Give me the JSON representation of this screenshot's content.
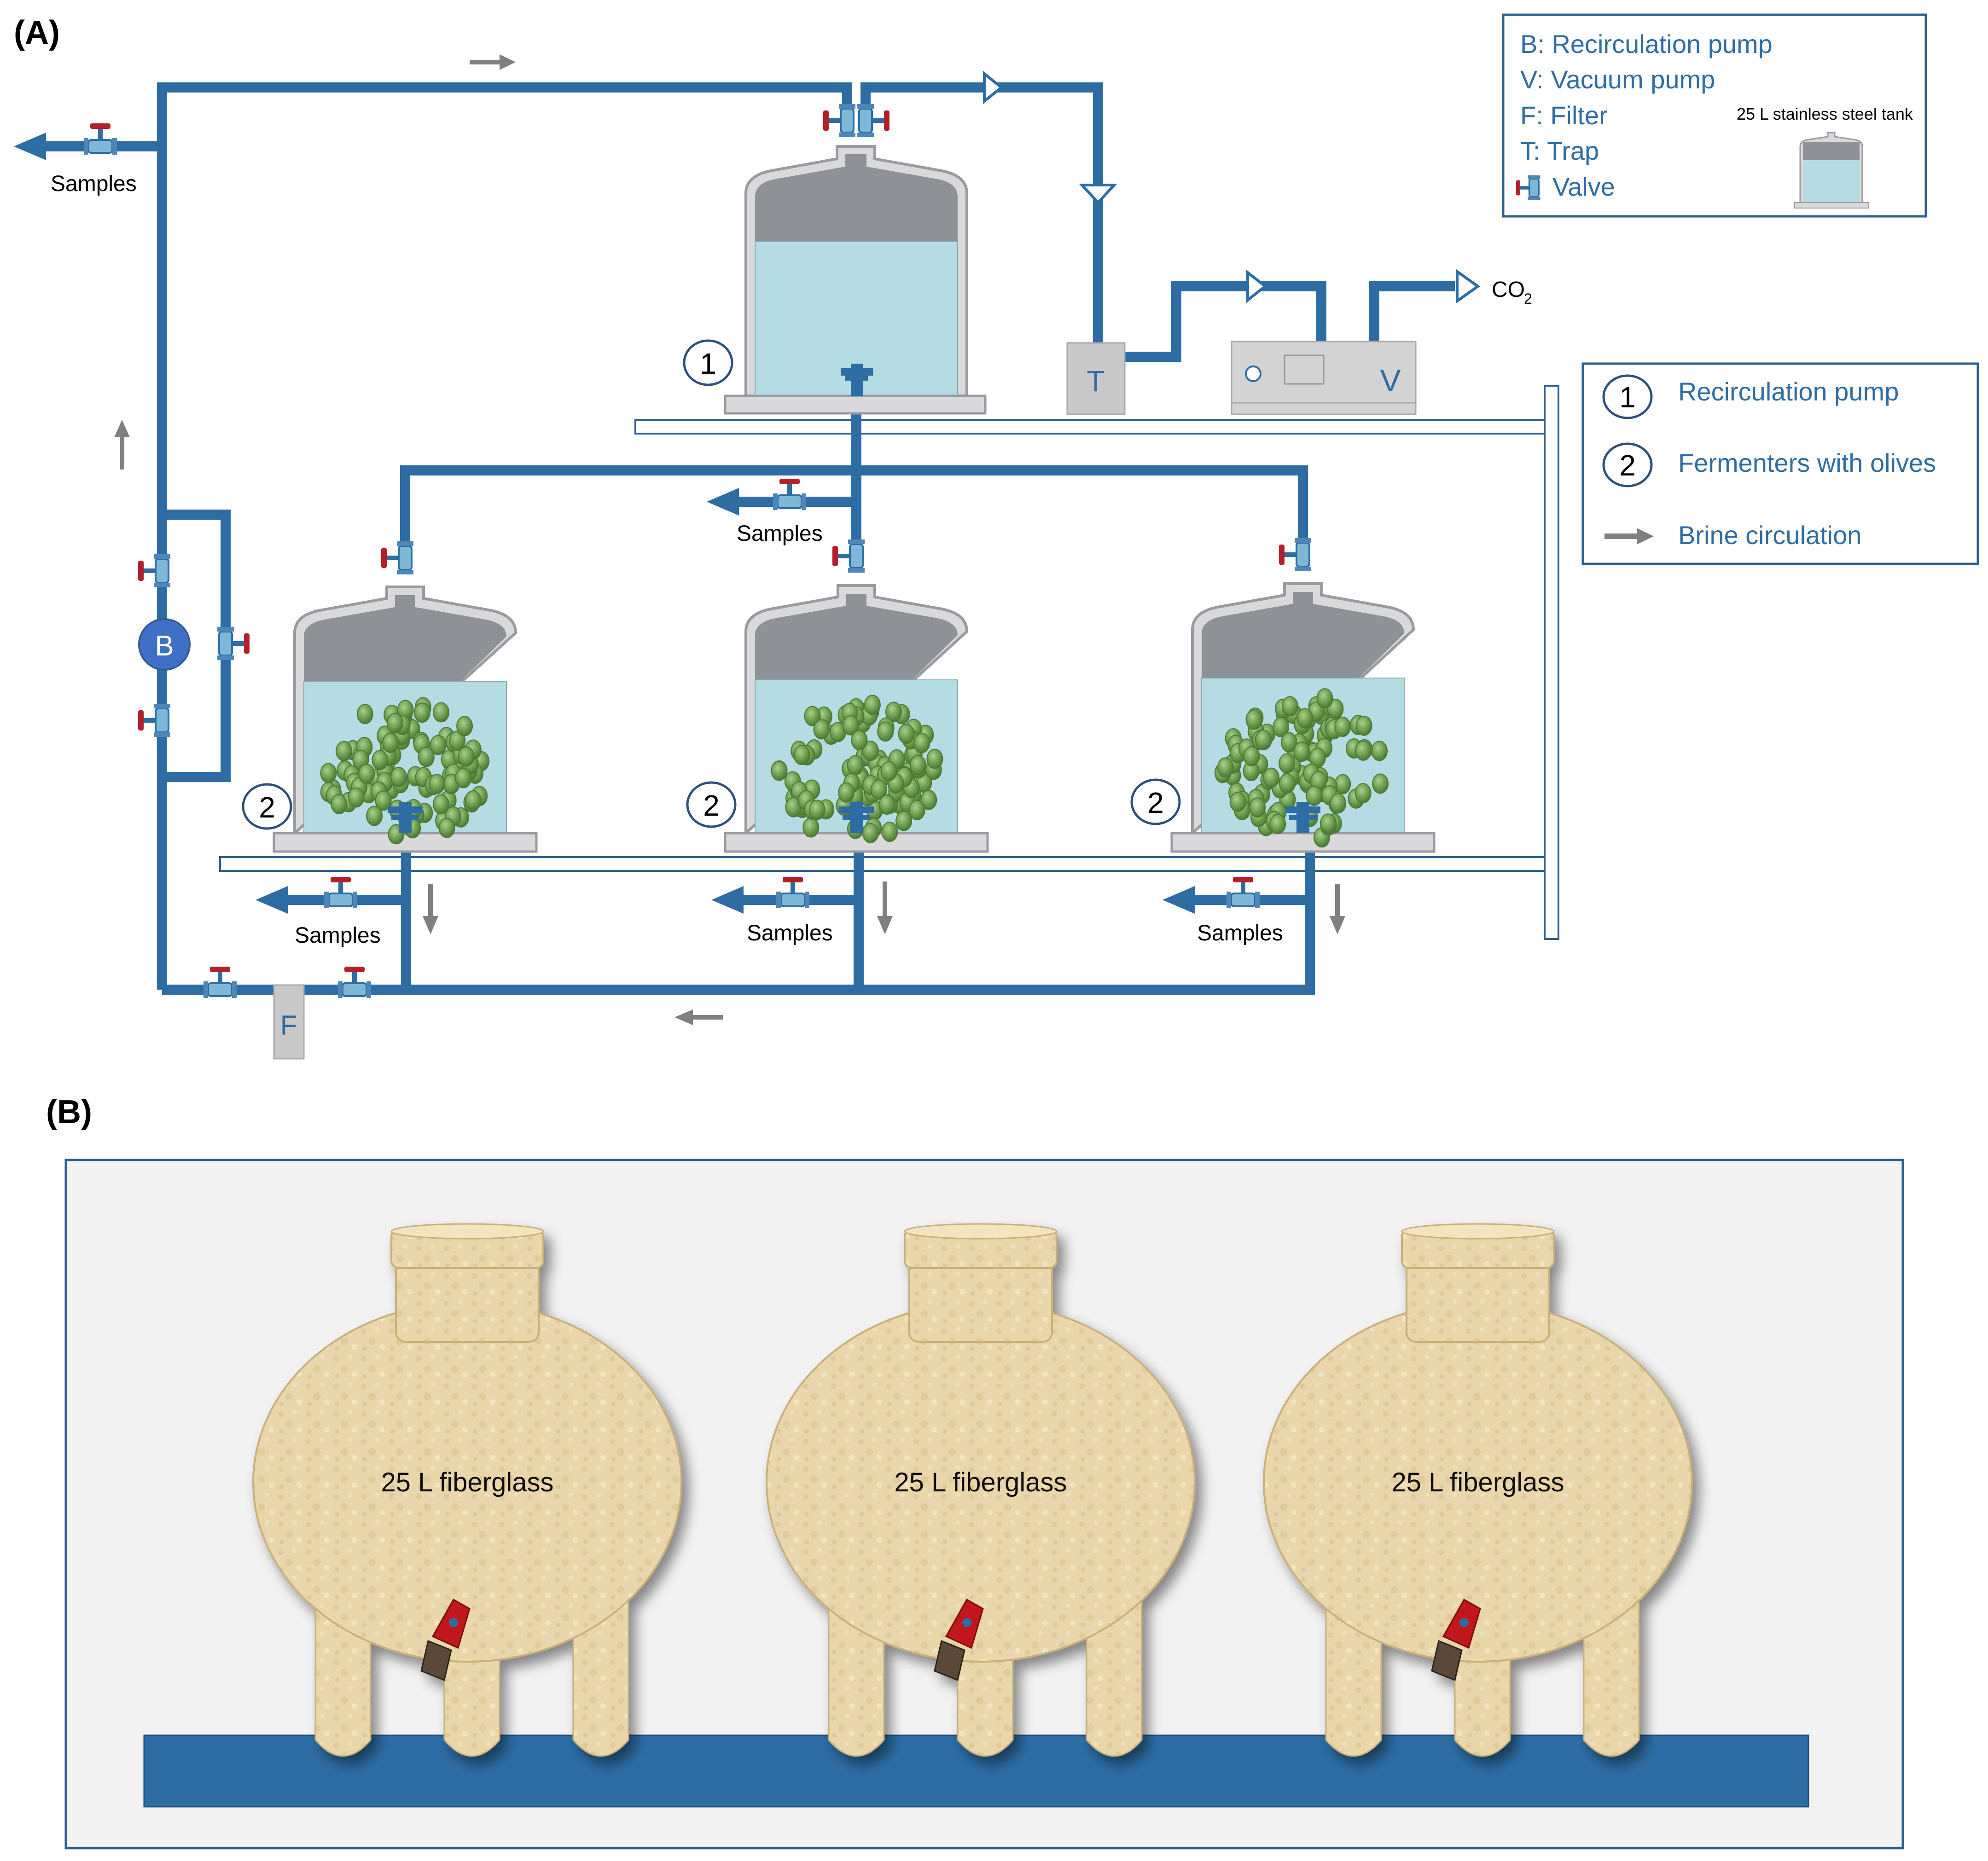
{
  "panel_a_label": "(A)",
  "panel_b_label": "(B)",
  "legend_top": {
    "items": [
      "B: Recirculation pump",
      "V: Vacuum pump",
      "F: Filter",
      "T: Trap",
      "Valve"
    ],
    "tank_caption": "25 L stainless steel tank"
  },
  "legend_right": {
    "items": [
      {
        "num": "1",
        "label": "Recirculation pump"
      },
      {
        "num": "2",
        "label": "Fermenters with olives"
      },
      {
        "label": "Brine circulation"
      }
    ]
  },
  "labels": {
    "samples": "Samples",
    "pump_b": "B",
    "trap_t": "T",
    "vacuum_v": "V",
    "filter_f": "F",
    "co2": "CO",
    "co2_sub": "2",
    "tank1_num": "1",
    "fermenter_num": "2"
  },
  "panel_b": {
    "tank_label": "25 L fiberglass",
    "colors": {
      "tank": "#e8d5a8",
      "base": "#2e6da4",
      "valve": "#c0141c",
      "background": "#f2f2f2"
    }
  },
  "colors": {
    "pipe": "#2e6da4",
    "tank_shell": "#c8c8cc",
    "brine": "#b5dbe3",
    "headspace": "#8e9296",
    "olive": "#7aa65a",
    "valve_handle": "#b3202a",
    "arrow": "#808080",
    "legend_text": "#2e6da4"
  }
}
